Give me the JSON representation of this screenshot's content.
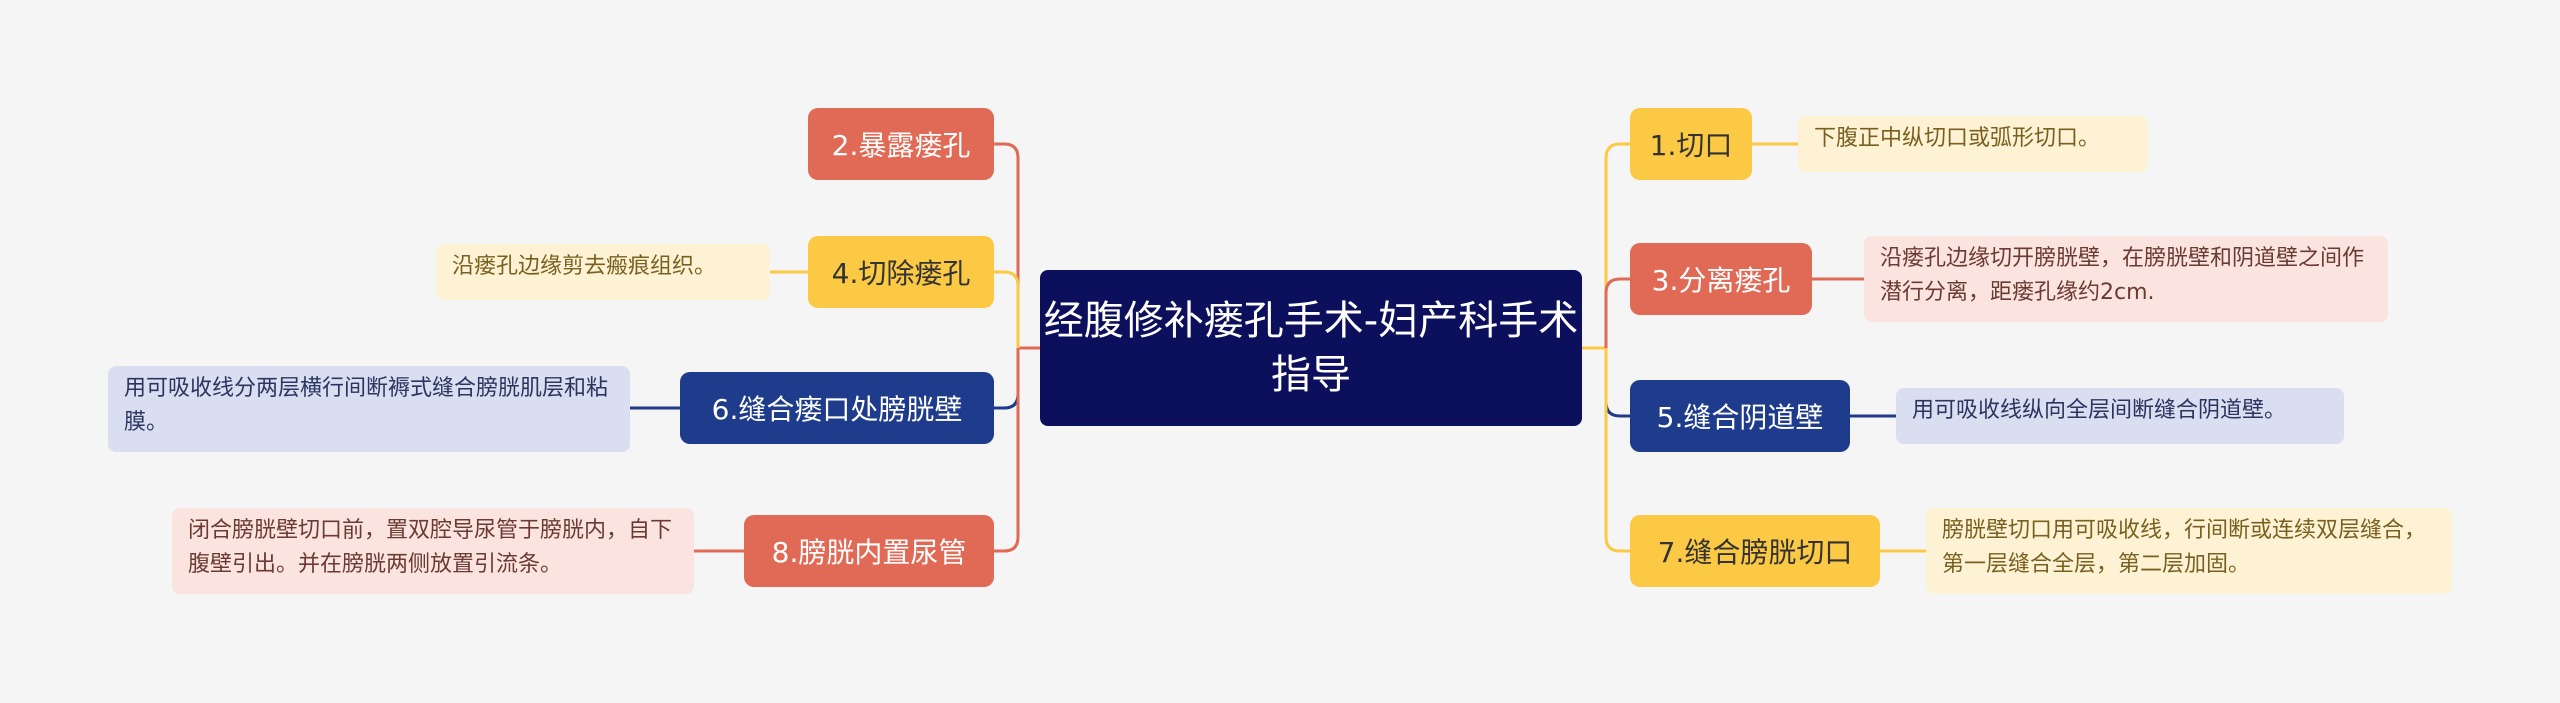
{
  "center": {
    "text": "经腹修补瘘孔手术-妇产科手术指导",
    "color": "#0b0f5c"
  },
  "colors": {
    "red": "#e06a56",
    "yellow": "#fbc943",
    "blue": "#1f3c8c"
  },
  "right_branches": [
    {
      "topic": "1.切口",
      "note": "下腹正中纵切口或弧形切口。",
      "color": "yellow"
    },
    {
      "topic": "3.分离瘘孔",
      "note": "沿瘘孔边缘切开膀胱壁，在膀胱壁和阴道壁之间作潜行分离，距瘘孔缘约2cm.",
      "color": "red"
    },
    {
      "topic": "5.缝合阴道壁",
      "note": "用可吸收线纵向全层间断缝合阴道壁。",
      "color": "blue"
    },
    {
      "topic": "7.缝合膀胱切口",
      "note": "膀胱壁切口用可吸收线，行间断或连续双层缝合，第一层缝合全层，第二层加固。",
      "color": "yellow"
    }
  ],
  "left_branches": [
    {
      "topic": "2.暴露瘘孔",
      "note": "",
      "color": "red"
    },
    {
      "topic": "4.切除瘘孔",
      "note": "沿瘘孔边缘剪去瘢痕组织。",
      "color": "yellow"
    },
    {
      "topic": "6.缝合瘘口处膀胱壁",
      "note": "用可吸收线分两层横行间断褥式缝合膀胱肌层和粘膜。",
      "color": "blue"
    },
    {
      "topic": "8.膀胱内置尿管",
      "note": "闭合膀胱壁切口前，置双腔导尿管于膀胱内，自下腹壁引出。并在膀胱两侧放置引流条。",
      "color": "red"
    }
  ]
}
